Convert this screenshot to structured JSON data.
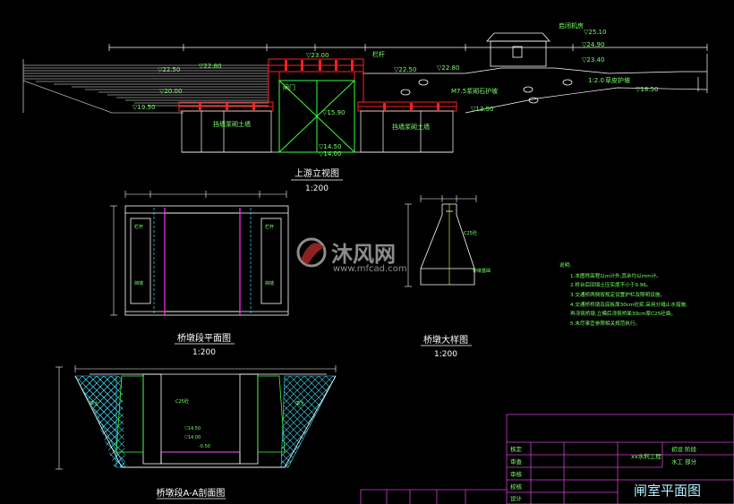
{
  "colors": {
    "background": "#000000",
    "line_white": "#ffffff",
    "line_red": "#ff2020",
    "line_green": "#39ff3a",
    "line_magenta": "#ff33ff",
    "line_yellow": "#ffff40",
    "line_cyan": "#40e0ff",
    "text_green": "#7cff6a",
    "text_yellow": "#ffff66",
    "frame_magenta": "#d040d0",
    "title_cyan": "#aef0ff"
  },
  "views": {
    "elevation": {
      "title": "上游立视图",
      "scale": "1:200"
    },
    "bridge_plan": {
      "title": "桥墩段平面图",
      "scale": "1:200"
    },
    "pier_detail": {
      "title": "桥墩大样图",
      "scale": "1:200"
    },
    "section_aa": {
      "title": "桥墩段A-A剖面图"
    }
  },
  "elevation_labels": {
    "gate_house": "启闭机房",
    "elev_top": "▽25.10",
    "elev_2490": "▽24.90",
    "elev_2340": "▽23.40",
    "elev_2300": "▽23.00",
    "elev_2280": "▽22.80",
    "elev_2250": "▽22.50",
    "elev_left_2280": "▽22.80",
    "elev_left_2250": "▽22.50",
    "elev_left_1950": "▽19.50",
    "elev_left_water": "▽20.00",
    "railing": "栏杆",
    "stone_protect": "M7.5浆砌石护坡",
    "right_slope": "草皮护坡",
    "gate": "闸门",
    "left_wall": "挡墙浆砌土墙",
    "right_wall": "挡墙浆砌土墙",
    "elev_1450": "▽14.50",
    "elev_1400": "▽14.00",
    "elev_1350": "▽13.50",
    "elev_1590": "▽15.90",
    "slope_ratio": "1:2.0",
    "elev_1850": "▽18.50"
  },
  "notes": {
    "heading": "说明:",
    "items": [
      "1.本图除高程以m计外,其余均以mm计。",
      "2.桥台后回填土压实度不小于0.96。",
      "3.交通桥两侧按规定设置护栏及照明设施。",
      "4.交通桥桥墩及底板厚30cm砼浆,采用分缝止水措施,",
      "  再浇筑桥墩,立模后浇筑桥面30cm厚C25砼面。",
      "5.未尽事宜参照相关规范执行。"
    ]
  },
  "title_block": {
    "rows": [
      "核定",
      "审查",
      "审核",
      "校核",
      "设计"
    ],
    "project": "xx水利工程",
    "stage_label": "初设 阶段",
    "dept_label": "水工 部分",
    "drawing_title": "闸室平面图"
  },
  "watermark": {
    "cn": "沐风网",
    "url": "www.mfcad.com"
  }
}
